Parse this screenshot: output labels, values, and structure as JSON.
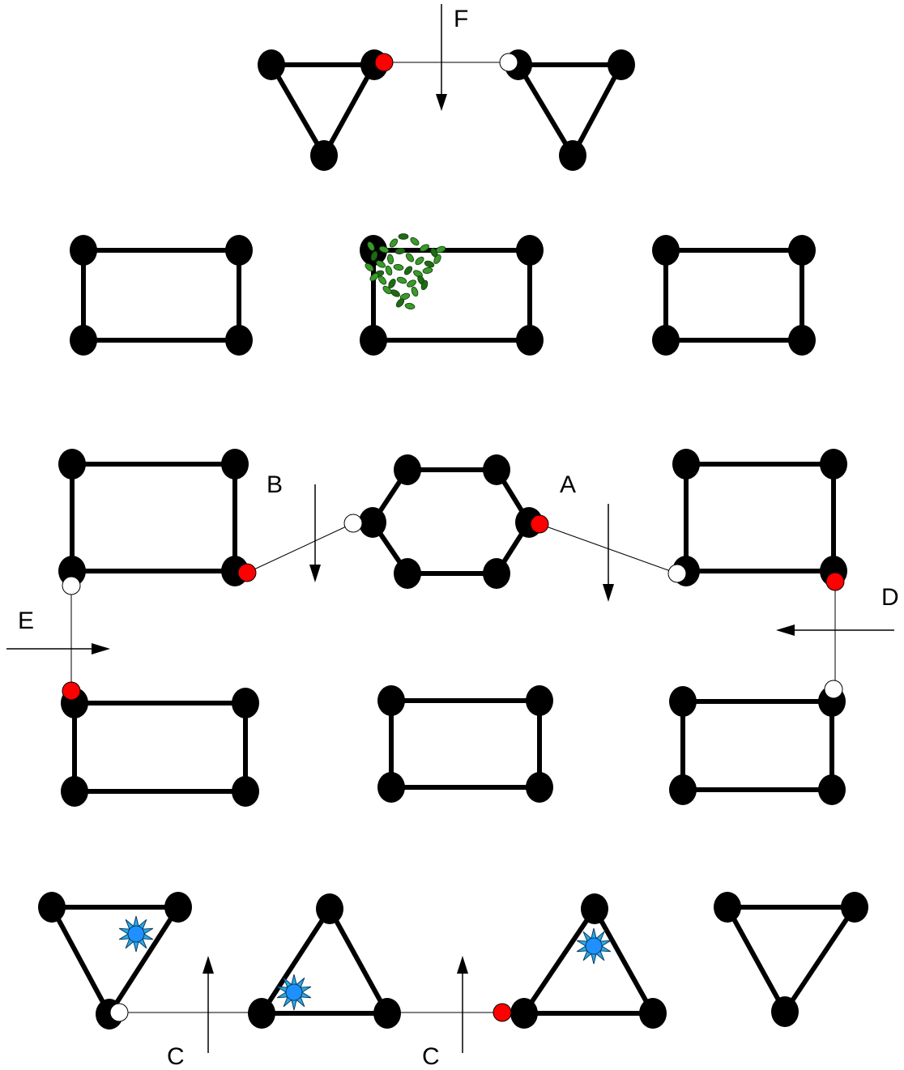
{
  "labels": {
    "f": "F",
    "b": "B",
    "a": "A",
    "d": "D",
    "e": "E",
    "c1": "C",
    "c2": "C"
  },
  "colors": {
    "shape": "#000000",
    "red_marker": "#ff0000",
    "white_marker": "#ffffff",
    "star_fill": "#29abe2",
    "star_core": "#1e90ff",
    "leaf": "#3a9a2a",
    "leaf_dark": "#1f6b14"
  },
  "icons": {
    "plant": "plant-icon",
    "star": "blue-star-icon"
  }
}
